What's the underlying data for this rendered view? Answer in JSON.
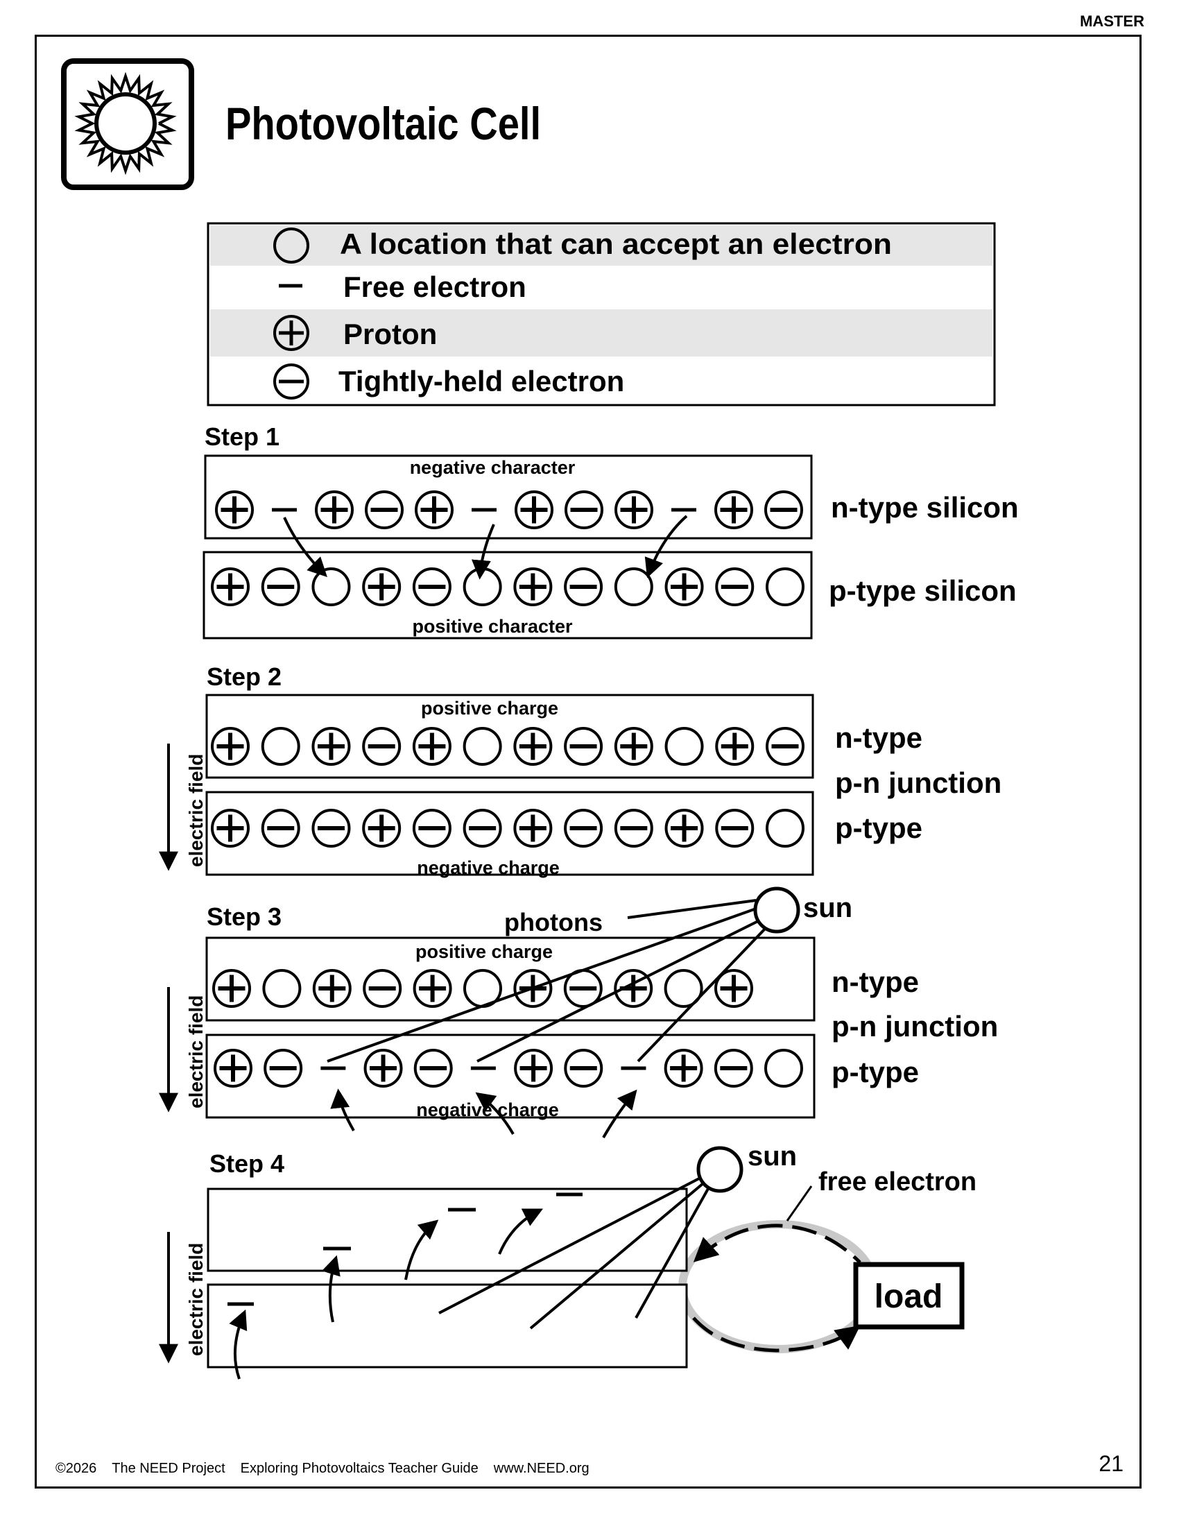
{
  "header": {
    "master": "MASTER",
    "title": "Photovoltaic Cell"
  },
  "icons": {
    "logo": "sun-icon"
  },
  "legend": [
    {
      "symbol": "hole",
      "text": "A location that can accept an electron"
    },
    {
      "symbol": "free",
      "text": "Free electron"
    },
    {
      "symbol": "proton",
      "text": "Proton"
    },
    {
      "symbol": "held",
      "text": "Tightly-held electron"
    }
  ],
  "step1": {
    "title": "Step 1",
    "top_note": "negative character",
    "bottom_note": "positive character",
    "n_label": "n-type silicon",
    "p_label": "p-type silicon",
    "n_row": [
      "proton",
      "free",
      "proton",
      "held",
      "proton",
      "free",
      "proton",
      "held",
      "proton",
      "free",
      "proton",
      "held"
    ],
    "p_row": [
      "proton",
      "held",
      "hole",
      "proton",
      "held",
      "hole",
      "proton",
      "held",
      "hole",
      "proton",
      "held",
      "hole"
    ]
  },
  "step2": {
    "title": "Step 2",
    "top_note": "positive charge",
    "bottom_note": "negative charge",
    "field": "electric field",
    "n_label": "n-type",
    "junction_label": "p-n junction",
    "p_label": "p-type",
    "n_row": [
      "proton",
      "hole",
      "proton",
      "held",
      "proton",
      "hole",
      "proton",
      "held",
      "proton",
      "hole",
      "proton",
      "held"
    ],
    "p_row": [
      "proton",
      "held",
      "held",
      "proton",
      "held",
      "held",
      "proton",
      "held",
      "held",
      "proton",
      "held",
      "hole"
    ]
  },
  "step3": {
    "title": "Step 3",
    "photons": "photons",
    "sun": "sun",
    "top_note": "positive charge",
    "bottom_note": "negative charge",
    "field": "electric field",
    "n_label": "n-type",
    "junction_label": "p-n junction",
    "p_label": "p-type",
    "n_row": [
      "proton",
      "hole",
      "proton",
      "held",
      "proton",
      "hole",
      "proton",
      "held",
      "proton",
      "hole",
      "proton"
    ],
    "p_row": [
      "proton",
      "held",
      "free",
      "proton",
      "held",
      "free",
      "proton",
      "held",
      "free",
      "proton",
      "held",
      "hole"
    ]
  },
  "step4": {
    "title": "Step 4",
    "sun": "sun",
    "free_electron": "free electron",
    "load": "load",
    "field": "electric field"
  },
  "footer": {
    "copyright": "©2026",
    "org": "The NEED Project",
    "guide": "Exploring Photovoltaics Teacher Guide",
    "url": "www.NEED.org",
    "page": "21"
  }
}
